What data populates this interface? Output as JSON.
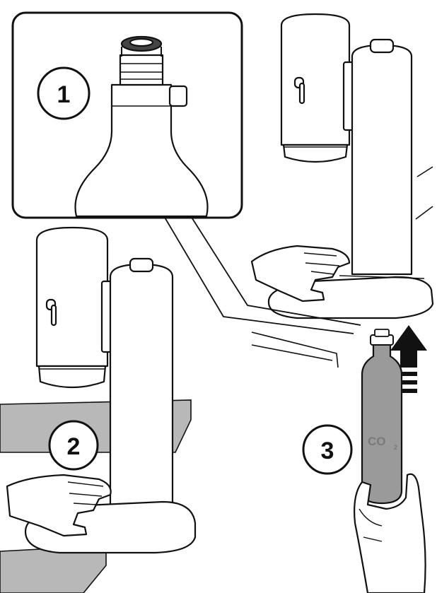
{
  "steps": [
    {
      "number": "1"
    },
    {
      "number": "2"
    },
    {
      "number": "3"
    }
  ],
  "cylinder": {
    "label": "CO",
    "subscript": "2"
  },
  "colors": {
    "outline": "#111111",
    "bottle_gray": "#9a9a9a",
    "table_gray": "#b8b8b8",
    "arrow": "#111111"
  }
}
